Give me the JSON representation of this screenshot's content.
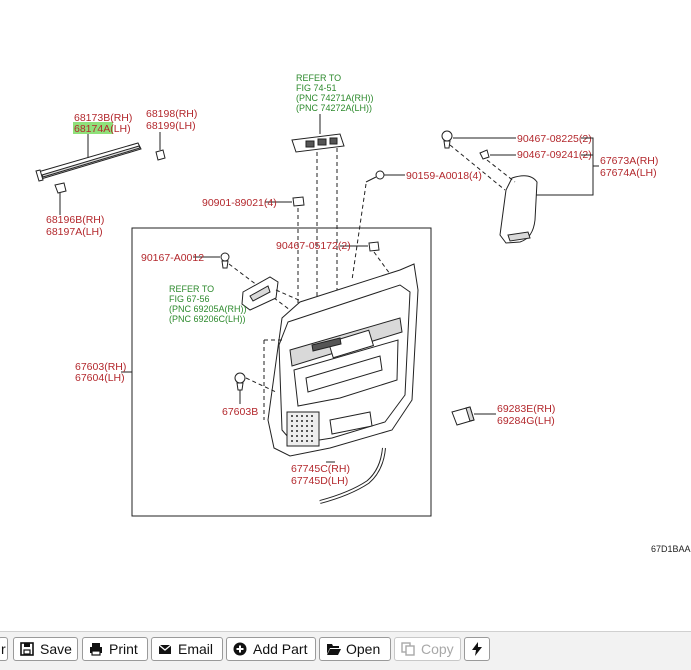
{
  "diagram": {
    "figure_code": "67D1BAA",
    "labels": {
      "p68173B": "68173B(RH)",
      "p68174A": "68174A(LH)",
      "p68198": "68198(RH)",
      "p68199": "68199(LH)",
      "p68196B": "68196B(RH)",
      "p68197A": "68197A(LH)",
      "ref1_l1": "REFER TO",
      "ref1_l2": "FIG 74-51",
      "ref1_l3": "(PNC 74271A(RH))",
      "ref1_l4": "(PNC 74272A(LH))",
      "p90467_08225": "90467-08225(2)",
      "p90467_09241": "90467-09241(2)",
      "p67673A": "67673A(RH)",
      "p67674A": "67674A(LH)",
      "p90159": "90159-A0018(4)",
      "p90901": "90901-89021(4)",
      "p90467_05172": "90467-05172(2)",
      "p90167": "90167-A0012",
      "ref2_l1": "REFER TO",
      "ref2_l2": "FIG 67-56",
      "ref2_l3": "(PNC 69205A(RH))",
      "ref2_l4": "(PNC 69206C(LH))",
      "p67603": "67603(RH)",
      "p67604": "67604(LH)",
      "p67603B": "67603B",
      "p69283E": "69283E(RH)",
      "p69284G": "69284G(LH)",
      "p67745C": "67745C(RH)",
      "p67745D": "67745D(LH)"
    },
    "highlight_color": "#8fe07a",
    "label_color": "#b3282d",
    "reference_color": "#2d8a2d"
  },
  "toolbar": {
    "cut_label": "r",
    "save_label": "Save",
    "print_label": "Print",
    "email_label": "Email",
    "add_part_label": "Add Part",
    "open_label": "Open",
    "copy_label": "Copy"
  }
}
